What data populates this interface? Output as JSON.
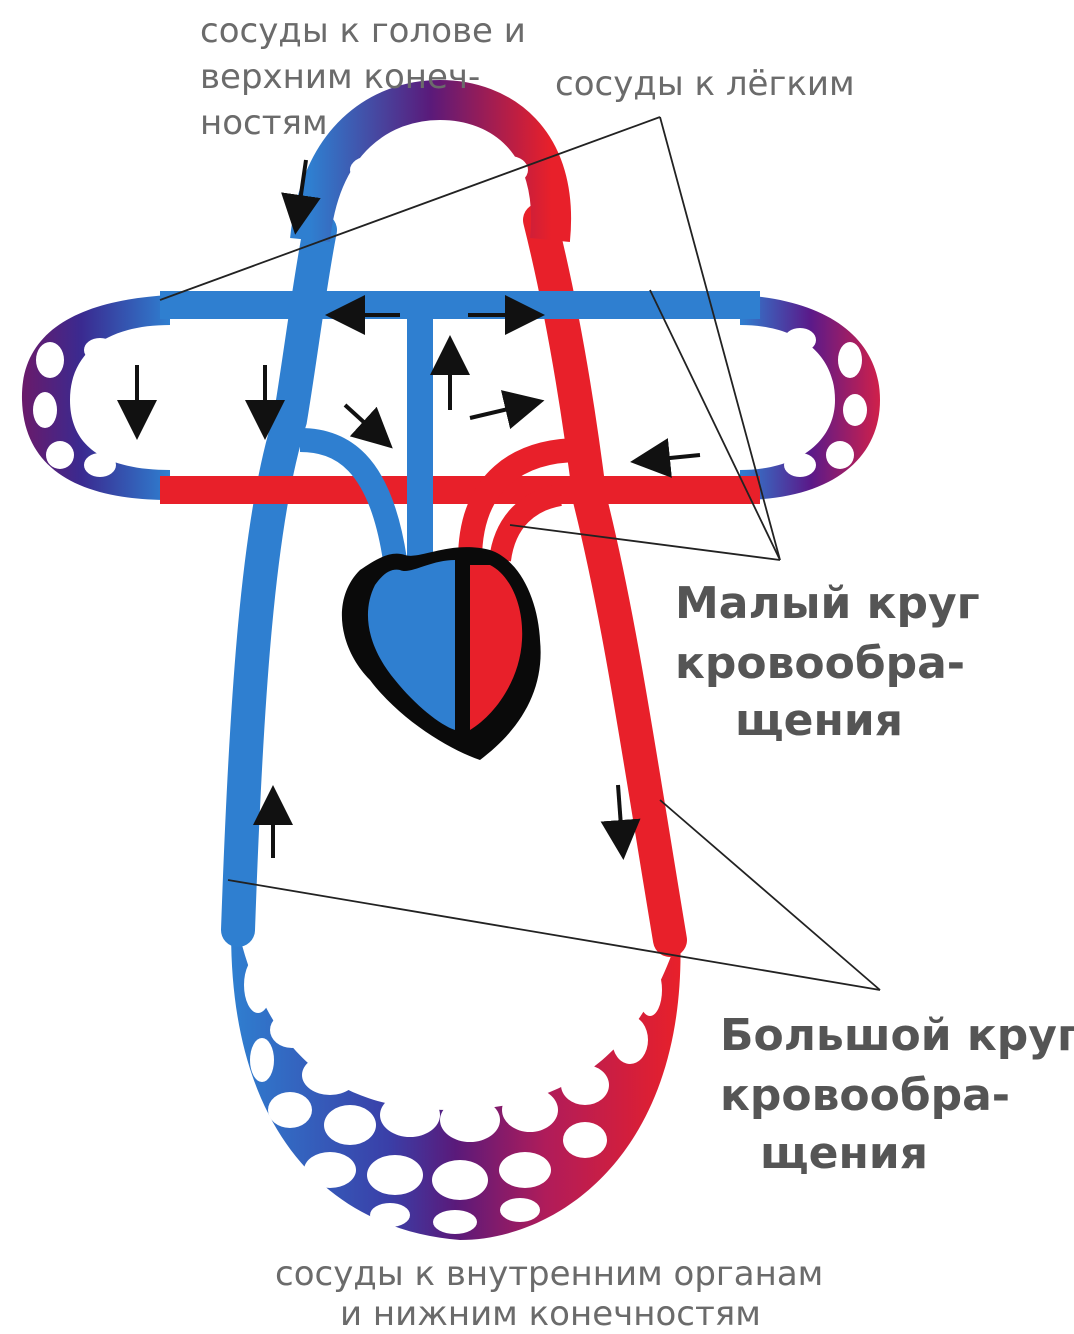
{
  "labels": {
    "head": [
      "сосуды к голове и",
      "верхним конеч-",
      "ностям"
    ],
    "lungs": "сосуды к лёгким",
    "small_circle": [
      "Малый круг",
      "кровообра-",
      "щения"
    ],
    "large_circle": [
      "Большой круг",
      "кровообра-",
      "щения"
    ],
    "organs": [
      "сосуды к внутренним органам",
      "и нижним конечностям"
    ]
  },
  "colors": {
    "arterial": "#e8202a",
    "venous": "#2f7fd0",
    "capillary": "#3a1a6e",
    "heart_outline": "#0a0a0a",
    "text": "#6b6b6b"
  }
}
